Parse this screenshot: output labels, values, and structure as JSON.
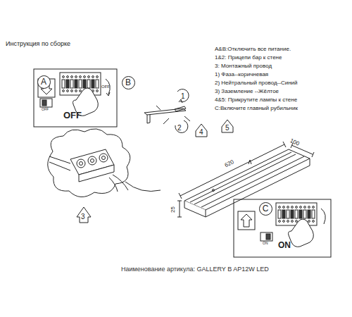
{
  "diagram": {
    "title": "Инструкция по сборке",
    "caption": "Наименование артикула: GALLERY B AP12W LED",
    "nodes": [
      {
        "text": [
          "A"
        ]
      },
      {
        "text": [
          "B"
        ]
      },
      {
        "text": [
          "C"
        ]
      }
    ],
    "labels": [
      "A&B:Отключить все питание.",
      "1&2: Прицепи бар к стене",
      "3: Монтажный провод",
      "1) Фаза--коричневая",
      "2) Нейтральный провод--Синий",
      "3) Заземление --Жёлтое",
      "4&5: Прикрутите лампы к стене",
      "C:Включите главный рубильник",
      "1",
      "2",
      "4",
      "5",
      "3",
      "OFF",
      "OFF",
      "OFF",
      "620",
      "100",
      "25",
      "ON",
      "ON"
    ]
  }
}
